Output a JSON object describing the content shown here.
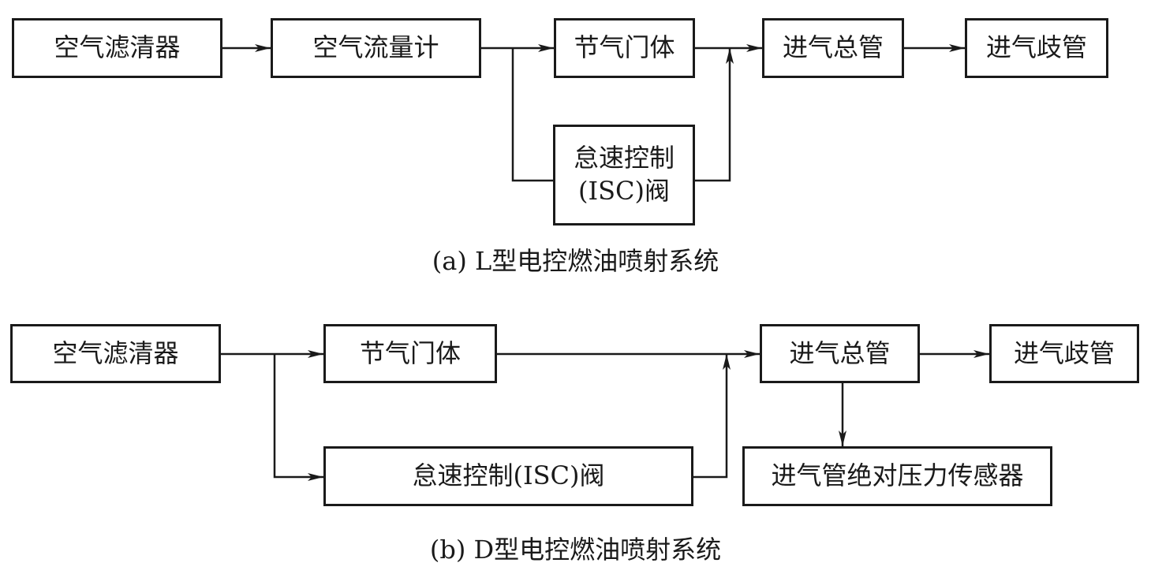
{
  "diagram_a": {
    "air_filter": "空气滤清器",
    "air_flow_meter": "空气流量计",
    "throttle_body": "节气门体",
    "isc_valve_line1": "怠速控制",
    "isc_valve_line2": "(ISC)阀",
    "intake_plenum": "进气总管",
    "intake_manifold": "进气歧管",
    "caption": "(a) L型电控燃油喷射系统"
  },
  "diagram_b": {
    "air_filter": "空气滤清器",
    "throttle_body": "节气门体",
    "isc_valve": "怠速控制(ISC)阀",
    "intake_plenum": "进气总管",
    "intake_manifold": "进气歧管",
    "map_sensor": "进气管绝对压力传感器",
    "caption": "(b) D型电控燃油喷射系统"
  },
  "colors": {
    "stroke": "#1a1a1a",
    "background": "#ffffff"
  }
}
